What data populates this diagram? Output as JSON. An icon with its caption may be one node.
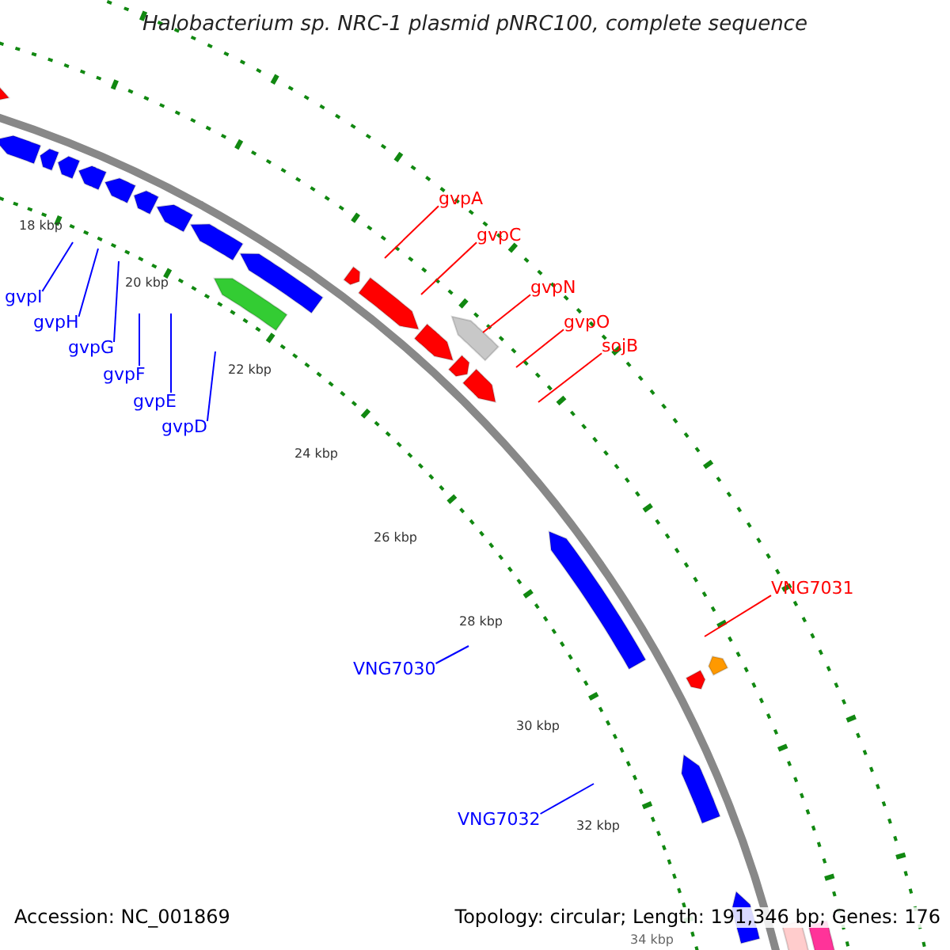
{
  "diagram": {
    "title": "Halobacterium sp. NRC-1 plasmid pNRC100, complete sequence",
    "nodes": [
      {
        "text": [
          "gvpA"
        ]
      },
      {
        "text": [
          "gvpC"
        ]
      },
      {
        "text": [
          "gvpN"
        ]
      },
      {
        "text": [
          "gvpO"
        ]
      },
      {
        "text": [
          "sojB"
        ]
      },
      {
        "text": [
          "VNG7031"
        ]
      },
      {
        "text": [
          "gvpI"
        ]
      },
      {
        "text": [
          "gvpH"
        ]
      },
      {
        "text": [
          "gvpG"
        ]
      },
      {
        "text": [
          "gvpF"
        ]
      },
      {
        "text": [
          "gvpE"
        ]
      },
      {
        "text": [
          "gvpD"
        ]
      },
      {
        "text": [
          "VNG7030"
        ]
      },
      {
        "text": [
          "VNG7032"
        ]
      }
    ],
    "edges": [
      {
        "from": 0,
        "to": null,
        "arrow": "none",
        "color": "#ff0000"
      },
      {
        "from": 1,
        "to": null,
        "arrow": "none",
        "color": "#ff0000"
      },
      {
        "from": 2,
        "to": null,
        "arrow": "none",
        "color": "#ff0000"
      },
      {
        "from": 3,
        "to": null,
        "arrow": "none",
        "color": "#ff0000"
      },
      {
        "from": 4,
        "to": null,
        "arrow": "none",
        "color": "#ff0000"
      },
      {
        "from": 5,
        "to": null,
        "arrow": "none",
        "color": "#ff0000"
      },
      {
        "from": 6,
        "to": null,
        "arrow": "none"
      },
      {
        "from": 7,
        "to": null,
        "arrow": "none"
      },
      {
        "from": 8,
        "to": null,
        "arrow": "none"
      },
      {
        "from": 9,
        "to": null,
        "arrow": "none"
      },
      {
        "from": 10,
        "to": null,
        "arrow": "none"
      },
      {
        "from": 11,
        "to": null,
        "arrow": "none"
      },
      {
        "from": 12,
        "to": null,
        "arrow": "none"
      },
      {
        "from": 13,
        "to": null,
        "arrow": "none"
      }
    ],
    "labels": [
      "18 kbp",
      "20 kbp",
      "22 kbp",
      "24 kbp",
      "26 kbp",
      "28 kbp",
      "30 kbp",
      "32 kbp",
      "34 kbp",
      "Accession: NC_001869",
      "Topology: circular; Length: 191,346 bp; Genes: 176"
    ]
  }
}
